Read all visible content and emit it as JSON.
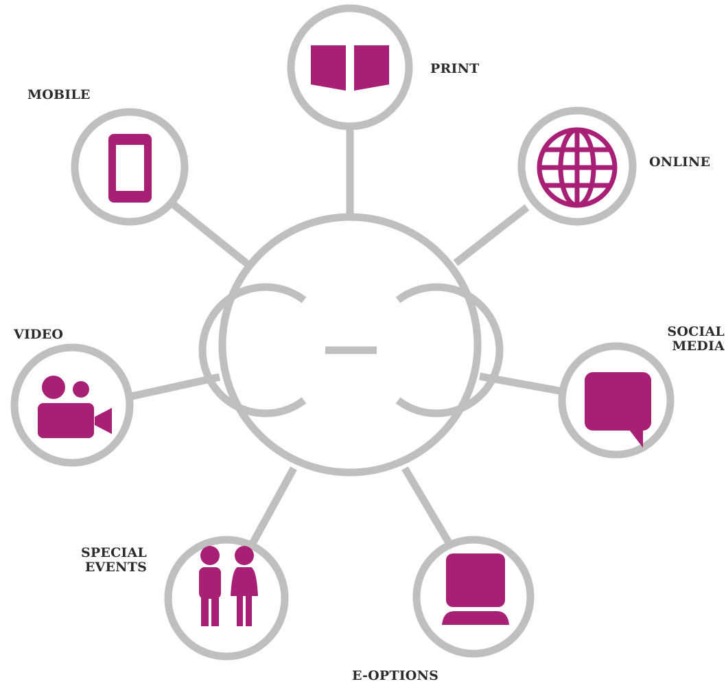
{
  "colors": {
    "ring": "#bfbfbf",
    "icon": "#a72076",
    "label": "#2b2b2b",
    "background": "#ffffff"
  },
  "hub": {
    "icon": "double-c-logo-icon"
  },
  "nodes": [
    {
      "id": "print",
      "label_lines": [
        "PRINT"
      ],
      "icon": "open-book-icon"
    },
    {
      "id": "online",
      "label_lines": [
        "ONLINE"
      ],
      "icon": "globe-icon"
    },
    {
      "id": "social-media",
      "label_lines": [
        "SOCIAL",
        "MEDIA"
      ],
      "icon": "speech-bubble-icon"
    },
    {
      "id": "e-options",
      "label_lines": [
        "E-OPTIONS"
      ],
      "icon": "monitor-icon"
    },
    {
      "id": "special-events",
      "label_lines": [
        "SPECIAL",
        "EVENTS"
      ],
      "icon": "people-icon"
    },
    {
      "id": "video",
      "label_lines": [
        "VIDEO"
      ],
      "icon": "video-camera-icon"
    },
    {
      "id": "mobile",
      "label_lines": [
        "MOBILE"
      ],
      "icon": "mobile-phone-icon"
    }
  ]
}
